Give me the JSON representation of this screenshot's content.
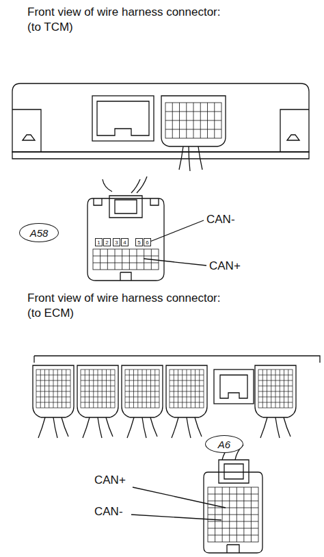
{
  "diagram": {
    "nodes": [
      {
        "text": [
          "A58"
        ]
      },
      {
        "text": [
          "1"
        ]
      },
      {
        "text": [
          "2"
        ]
      },
      {
        "text": [
          "3"
        ]
      },
      {
        "text": [
          "4"
        ]
      },
      {
        "text": [
          "5"
        ]
      },
      {
        "text": [
          "6"
        ]
      },
      {
        "text": [
          "A6"
        ]
      }
    ],
    "labels": [
      "Front view of wire harness connector:",
      "(to TCM)",
      "CAN-",
      "CAN+",
      "Front view of wire harness connector:",
      "(to ECM)",
      "CAN+",
      "CAN-"
    ]
  }
}
